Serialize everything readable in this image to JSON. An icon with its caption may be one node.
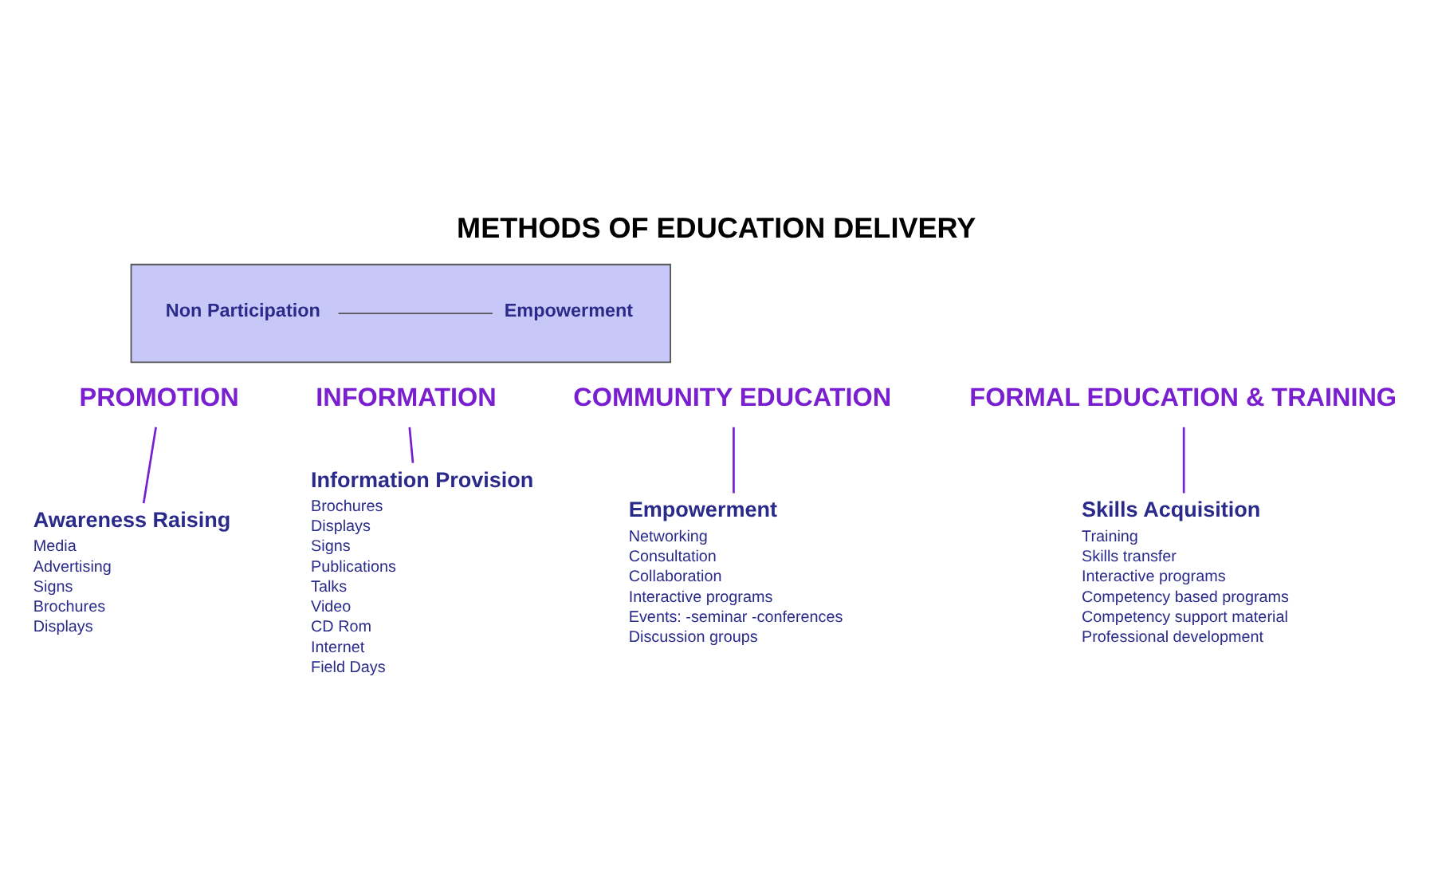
{
  "diagram": {
    "title": "METHODS OF EDUCATION DELIVERY",
    "nodes": [
      {
        "text": [],
        "shape": "arrow"
      },
      {
        "text": [
          "Non Participation"
        ],
        "in": 0
      },
      {
        "text": [
          "Empowerment"
        ],
        "in": 0
      },
      {
        "text": [
          "PROMOTION"
        ]
      },
      {
        "text": [
          "INFORMATION"
        ]
      },
      {
        "text": [
          "COMMUNITY EDUCATION"
        ]
      },
      {
        "text": [
          "FORMAL EDUCATION & TRAINING"
        ]
      },
      {
        "text": [
          "Awareness Raising",
          "Media",
          "Advertising",
          "Signs",
          "Brochures",
          "Displays"
        ]
      },
      {
        "text": [
          "Information Provision",
          "Brochures",
          "Displays",
          "Signs",
          "Publications",
          "Talks",
          "Video",
          "CD Rom",
          "Internet",
          "Field Days"
        ]
      },
      {
        "text": [
          "Empowerment",
          "Networking",
          "Consultation",
          "Collaboration",
          "Interactive programs",
          "Events: -seminar -conferences",
          "Discussion groups"
        ]
      },
      {
        "text": [
          "Skills Acquisition",
          "Training",
          "Skills transfer",
          "Interactive programs",
          "Competency based programs",
          "Competency support material",
          "Professional development"
        ]
      }
    ],
    "edges": [
      {
        "from": 1,
        "to": 2,
        "arrow": "none",
        "color": "#555555"
      },
      {
        "from": 3,
        "to": 7,
        "arrow": "none"
      },
      {
        "from": 4,
        "to": 8,
        "arrow": "none"
      },
      {
        "from": 5,
        "to": 9,
        "arrow": "none"
      },
      {
        "from": 6,
        "to": 10,
        "arrow": "none"
      }
    ]
  }
}
